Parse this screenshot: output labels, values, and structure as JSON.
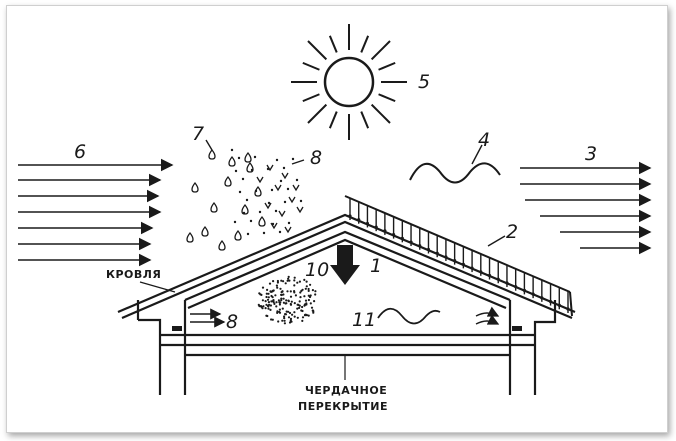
{
  "labels": {
    "n1": "1",
    "n2": "2",
    "n3": "3",
    "n4": "4",
    "n5": "5",
    "n6": "6",
    "n7": "7",
    "n8a": "8",
    "n8b": "8",
    "n10": "10",
    "n11": "11",
    "roof": "КРОВЛЯ",
    "ceiling_line1": "ЧЕРДАЧНОЕ",
    "ceiling_line2": "ПЕРЕКРЫТИЕ"
  },
  "colors": {
    "ink": "#1a1a1a",
    "background": "#ffffff"
  }
}
